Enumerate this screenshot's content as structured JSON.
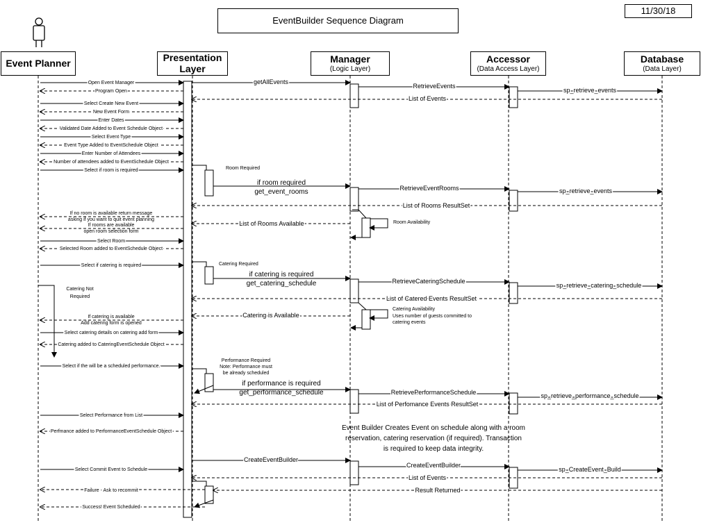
{
  "title": "EventBuilder Sequence Diagram",
  "date": "11/30/18",
  "participants": {
    "event_planner": {
      "name": "Event Planner"
    },
    "presentation": {
      "name": "Presentation",
      "name2": "Layer"
    },
    "manager": {
      "name": "Manager",
      "sub": "(Logic Layer)"
    },
    "accessor": {
      "name": "Accessor",
      "sub": "(Data Access Layer)"
    },
    "database": {
      "name": "Database",
      "sub": "(Data Layer)"
    }
  },
  "messages": [
    "Open Event Manager",
    "Program Open",
    "Select Create New Event",
    "New Event Form",
    "Enter Dates",
    "Validated Date Added to Event Schedule Object",
    "Select Event Type",
    "Event Type Added to EventSchedule Object",
    "Enter Number of Attendees",
    "Number of attendees added to EventSchedule Object",
    "Select if room is required",
    "getAllEvents",
    "RetrieveEvents",
    "sp_retrieve_events",
    "List of Events",
    "Room Required",
    "if room required",
    "get_event_rooms",
    "RetrieveEventRooms",
    "sp_retrieve_events",
    "List of Rooms ResultSet",
    "If no room is available return message",
    "asking if you want to quit event planning",
    "If rooms are available",
    "open room selection form",
    "List of Rooms Available",
    "Room Availability",
    "Select Room",
    "Selected Room added to EventSchedule Object",
    "Select if catering is required",
    "Catering Required",
    "if catering is required",
    "get_catering_schedule",
    "RetrieveCateringSchedule",
    "sp_retrieve_catering_schedule",
    "List of Catered Events ResultSet",
    "Catering Not",
    "Required",
    "Catering is Available",
    "Catering Availability",
    "Uses number of guests committed to",
    "catering events",
    "If catering is available",
    "Add catering form is opened",
    "Select catering details on catering add form",
    "Catering added to CateringEventSchedule Object",
    "Select if the will be a scheduled performance.",
    "Performance Required",
    "Note: Performance must",
    "be already scheduled",
    "if performance is required",
    "get_performance_schedule",
    "RetrievePerformanceSchedule",
    "sp_retrieve_performance_schedule",
    "List of Perfomance Events ResultSet",
    "Select Performance from List",
    "Perfmance added to PerformanceEventSchedule Object",
    "Event Builder Creates Event on schedule along with a room",
    "reservation, catering reservation (if required).  Transaction",
    "is required to keep data integrity.",
    "CreateEventBuilder",
    "CreateEventBuilder",
    "sp_CreateEvent_Build",
    "List of Events",
    "Result Returned",
    "Select Commit Event to Schedule",
    "Failure - Ask to recommit",
    "Success! Event Scheduled"
  ]
}
